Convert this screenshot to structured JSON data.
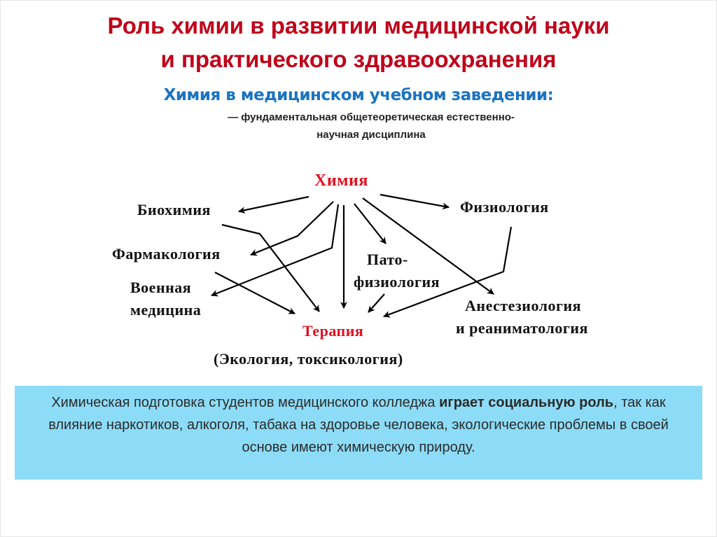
{
  "slide": {
    "title_line1": "Роль химии в развитии медицинской науки",
    "title_line2": "и практического здравоохранения",
    "subtitle": "Химия в медицинском учебном заведении:",
    "definition_line1": "— фундаментальная общетеоретическая естественно-",
    "definition_line2": "научная дисциплина"
  },
  "diagram": {
    "root": "Химия",
    "target": "Терапия",
    "target_note": "(Экология,  токсикология)",
    "nodes": {
      "biochemistry": "Биохимия",
      "pharmacology": "Фармакология",
      "military_line1": "Военная",
      "military_line2": "медицина",
      "patho_line1": "Пато-",
      "patho_line2": "физиология",
      "physiology": "Физиология",
      "anesth_line1": "Анестезиология",
      "anesth_line2": "и  реаниматология"
    },
    "edges": [
      {
        "from": "Химия",
        "to": "Биохимия"
      },
      {
        "from": "Химия",
        "to": "Фармакология"
      },
      {
        "from": "Химия",
        "to": "Военная медицина"
      },
      {
        "from": "Химия",
        "to": "Терапия"
      },
      {
        "from": "Химия",
        "to": "Патофизиология"
      },
      {
        "from": "Химия",
        "to": "Анестезиология и реаниматология"
      },
      {
        "from": "Химия",
        "to": "Физиология"
      },
      {
        "from": "Биохимия",
        "to": "Терапия"
      },
      {
        "from": "Фармакология",
        "to": "Терапия"
      },
      {
        "from": "Патофизиология",
        "to": "Терапия"
      },
      {
        "from": "Физиология",
        "to": "Терапия"
      }
    ],
    "colors": {
      "root": "#e01020",
      "target": "#e01020",
      "edges": "#000000"
    }
  },
  "infobox": {
    "text_part1": "Химическая подготовка студентов медицинского колледжа ",
    "text_bold": "играет социальную роль",
    "text_part2": ", так как влияние наркотиков, алкоголя, табака на здоровье человека, экологические проблемы в своей основе имеют химическую природу.",
    "background": "#8ddcf7"
  }
}
